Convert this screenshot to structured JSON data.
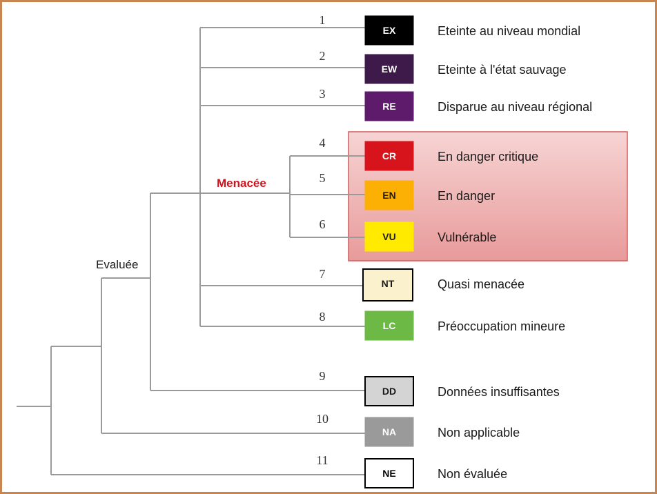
{
  "labels": {
    "evaluee": "Evaluée",
    "menacee": "Menacée"
  },
  "colors": {
    "frame": "#c78552",
    "threat_box_top": "#f7d4d4",
    "threat_box_bottom": "#e89a9a",
    "threat_box_border": "#d45c5c",
    "menacee_text": "#d2141e"
  },
  "categories": [
    {
      "num": "1",
      "code": "EX",
      "label": "Eteinte au niveau mondial",
      "fill": "#000000",
      "text_color": "#ffffff",
      "border": "#000000"
    },
    {
      "num": "2",
      "code": "EW",
      "label": "Eteinte à l'état sauvage",
      "fill": "#3d1a4a",
      "text_color": "#ffffff",
      "border": "#3d1a4a"
    },
    {
      "num": "3",
      "code": "RE",
      "label": "Disparue au niveau régional",
      "fill": "#5e1a6b",
      "text_color": "#ffffff",
      "border": "#5e1a6b"
    },
    {
      "num": "4",
      "code": "CR",
      "label": "En danger critique",
      "fill": "#d7141b",
      "text_color": "#ffffff",
      "border": "#d7141b"
    },
    {
      "num": "5",
      "code": "EN",
      "label": "En danger",
      "fill": "#fbb003",
      "text_color": "#1a1a1a",
      "border": "#fbb003"
    },
    {
      "num": "6",
      "code": "VU",
      "label": "Vulnérable",
      "fill": "#ffea00",
      "text_color": "#1a1a1a",
      "border": "#ffea00"
    },
    {
      "num": "7",
      "code": "NT",
      "label": "Quasi menacée",
      "fill": "#fbf1cc",
      "text_color": "#1a1a1a",
      "border": "#000000"
    },
    {
      "num": "8",
      "code": "LC",
      "label": "Préoccupation mineure",
      "fill": "#6cba45",
      "text_color": "#ffffff",
      "border": "#6cba45"
    },
    {
      "num": "9",
      "code": "DD",
      "label": "Données insuffisantes",
      "fill": "#d4d4d4",
      "text_color": "#1a1a1a",
      "border": "#000000"
    },
    {
      "num": "10",
      "code": "NA",
      "label": "Non applicable",
      "fill": "#9a9a9a",
      "text_color": "#ffffff",
      "border": "#9a9a9a"
    },
    {
      "num": "11",
      "code": "NE",
      "label": "Non évaluée",
      "fill": "#ffffff",
      "text_color": "#000000",
      "border": "#000000"
    }
  ]
}
